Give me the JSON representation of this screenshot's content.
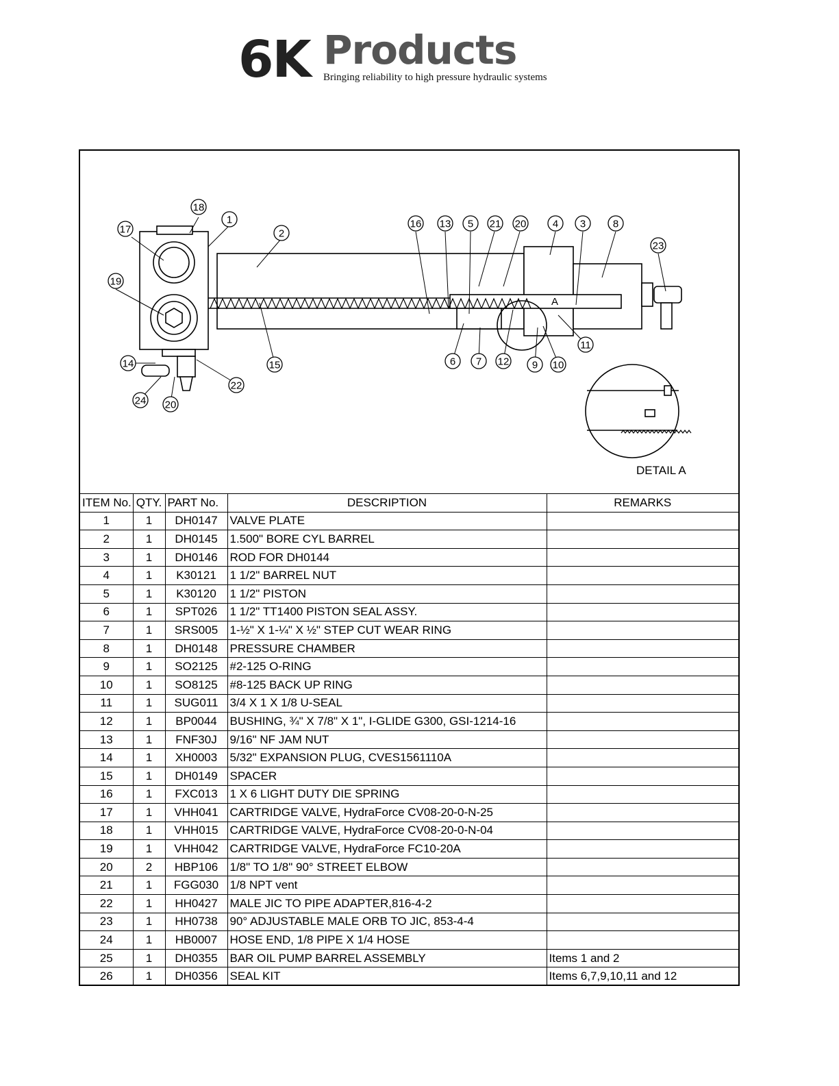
{
  "brand": {
    "name_number": "6K",
    "name_word": "Products",
    "tagline": "Bringing reliability to high pressure hydraulic systems"
  },
  "drawing": {
    "detail_label": "DETAIL A",
    "detail_marker": "A",
    "balloons": [
      "18",
      "17",
      "1",
      "2",
      "19",
      "16",
      "13",
      "5",
      "21",
      "20",
      "4",
      "3",
      "8",
      "23",
      "14",
      "24",
      "20",
      "22",
      "15",
      "6",
      "7",
      "12",
      "9",
      "10",
      "11"
    ]
  },
  "table": {
    "headers": [
      "ITEM No.",
      "QTY.",
      "PART No.",
      "DESCRIPTION",
      "REMARKS"
    ],
    "rows": [
      [
        "1",
        "1",
        "DH0147",
        "VALVE PLATE",
        ""
      ],
      [
        "2",
        "1",
        "DH0145",
        "1.500\" BORE CYL BARREL",
        ""
      ],
      [
        "3",
        "1",
        "DH0146",
        "ROD FOR DH0144",
        ""
      ],
      [
        "4",
        "1",
        "K30121",
        "1 1/2\" BARREL NUT",
        ""
      ],
      [
        "5",
        "1",
        "K30120",
        "1 1/2\" PISTON",
        ""
      ],
      [
        "6",
        "1",
        "SPT026",
        "1 1/2\" TT1400 PISTON SEAL ASSY.",
        ""
      ],
      [
        "7",
        "1",
        "SRS005",
        "1-½\" X 1-¼\" X ½\" STEP CUT WEAR RING",
        ""
      ],
      [
        "8",
        "1",
        "DH0148",
        "PRESSURE CHAMBER",
        ""
      ],
      [
        "9",
        "1",
        "SO2125",
        "#2-125 O-RING",
        ""
      ],
      [
        "10",
        "1",
        "SO8125",
        "#8-125 BACK UP RING",
        ""
      ],
      [
        "11",
        "1",
        "SUG011",
        "3/4 X 1 X 1/8 U-SEAL",
        ""
      ],
      [
        "12",
        "1",
        "BP0044",
        "BUSHING, ¾\" X 7/8\" X 1\", I-GLIDE G300, GSI-1214-16",
        ""
      ],
      [
        "13",
        "1",
        "FNF30J",
        "9/16\" NF JAM NUT",
        ""
      ],
      [
        "14",
        "1",
        "XH0003",
        "5/32\" EXPANSION PLUG, CVES1561110A",
        ""
      ],
      [
        "15",
        "1",
        "DH0149",
        "SPACER",
        ""
      ],
      [
        "16",
        "1",
        "FXC013",
        "1 X 6 LIGHT DUTY DIE SPRING",
        ""
      ],
      [
        "17",
        "1",
        "VHH041",
        "CARTRIDGE VALVE, HydraForce CV08-20-0-N-25",
        ""
      ],
      [
        "18",
        "1",
        "VHH015",
        "CARTRIDGE VALVE, HydraForce CV08-20-0-N-04",
        ""
      ],
      [
        "19",
        "1",
        "VHH042",
        "CARTRIDGE VALVE, HydraForce FC10-20A",
        ""
      ],
      [
        "20",
        "2",
        "HBP106",
        "1/8\" TO 1/8\" 90° STREET ELBOW",
        ""
      ],
      [
        "21",
        "1",
        "FGG030",
        "1/8 NPT vent",
        ""
      ],
      [
        "22",
        "1",
        "HH0427",
        "MALE JIC TO PIPE  ADAPTER,816-4-2",
        ""
      ],
      [
        "23",
        "1",
        "HH0738",
        "90° ADJUSTABLE MALE ORB TO JIC, 853-4-4",
        ""
      ],
      [
        "24",
        "1",
        "HB0007",
        "HOSE END, 1/8 PIPE X 1/4 HOSE",
        ""
      ],
      [
        "25",
        "1",
        "DH0355",
        "BAR OIL PUMP BARREL ASSEMBLY",
        "Items 1 and 2"
      ],
      [
        "26",
        "1",
        "DH0356",
        "SEAL KIT",
        "Items 6,7,9,10,11 and 12"
      ]
    ]
  }
}
